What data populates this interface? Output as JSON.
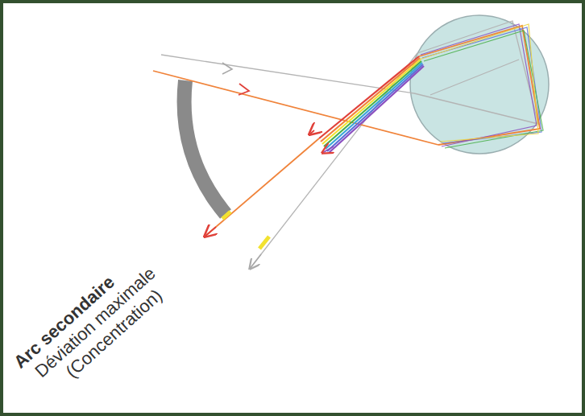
{
  "diagram": {
    "labels": [
      "Arc secondaire",
      "Déviation maximale",
      "(Concentration)"
    ]
  }
}
